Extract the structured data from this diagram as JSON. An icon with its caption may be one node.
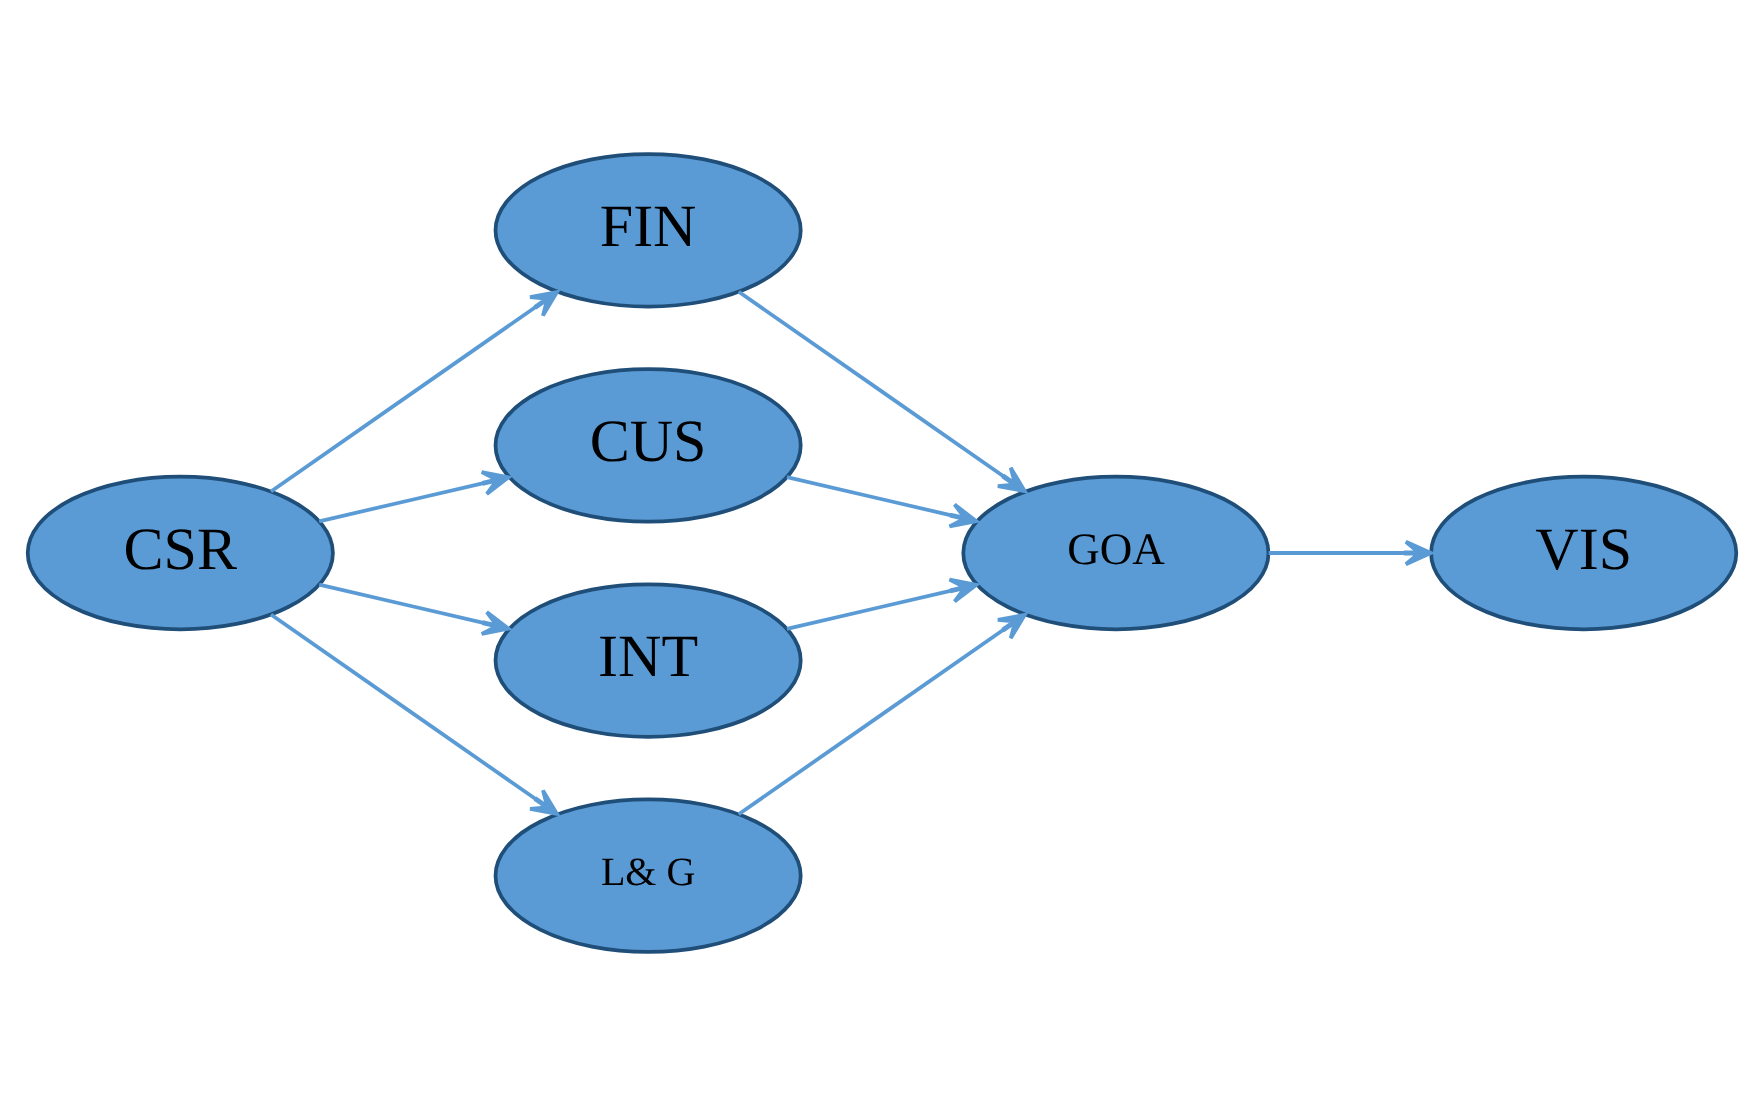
{
  "diagram": {
    "nodes": [
      {
        "text": [
          "CSR"
        ]
      },
      {
        "text": [
          "FIN"
        ]
      },
      {
        "text": [
          "CUS"
        ]
      },
      {
        "text": [
          "INT"
        ]
      },
      {
        "text": [
          "L& G"
        ]
      },
      {
        "text": [
          "GOA"
        ]
      },
      {
        "text": [
          "VIS"
        ]
      }
    ],
    "edges": [
      {
        "from": 0,
        "to": 1,
        "arrow": "to"
      },
      {
        "from": 0,
        "to": 2,
        "arrow": "to"
      },
      {
        "from": 0,
        "to": 3,
        "arrow": "to"
      },
      {
        "from": 0,
        "to": 4,
        "arrow": "to"
      },
      {
        "from": 1,
        "to": 5,
        "arrow": "to"
      },
      {
        "from": 2,
        "to": 5,
        "arrow": "to"
      },
      {
        "from": 3,
        "to": 5,
        "arrow": "to"
      },
      {
        "from": 4,
        "to": 5,
        "arrow": "to"
      },
      {
        "from": 5,
        "to": 6,
        "arrow": "to"
      }
    ]
  }
}
